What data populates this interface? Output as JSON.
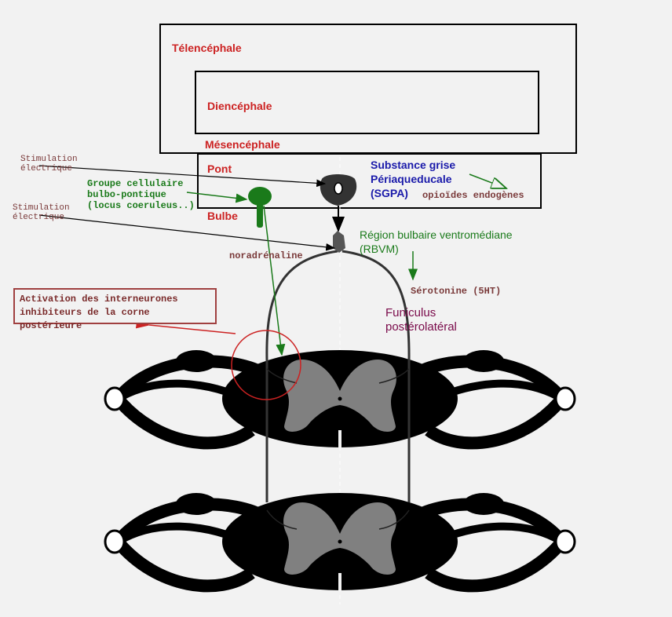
{
  "regions": {
    "telencephale": "Télencéphale",
    "diencephale": "Diencéphale",
    "mesencephale": "Mésencéphale",
    "pont": "Pont",
    "bulbe": "Bulbe"
  },
  "labels": {
    "sgpa_line1": "Substance grise",
    "sgpa_line2": "Périaqueducale",
    "sgpa_line3": "(SGPA)",
    "opioides": "opioïdes endogènes",
    "stim1_line1": "Stimulation",
    "stim1_line2": "électrique",
    "stim2_line1": "Stimulation",
    "stim2_line2": "électrique",
    "groupe_line1": "Groupe cellulaire",
    "groupe_line2": "bulbo-pontique",
    "groupe_line3": "(locus coeruleus..)",
    "rbvm_line1": "Région bulbaire ventromédiane",
    "rbvm_line2": "(RBVM)",
    "noradrenaline": "noradrénaline",
    "serotonine": "Sérotonine (5HT)",
    "funiculus_line1": "Funiculus",
    "funiculus_line2": "postérolatéral",
    "activation_line1": "Activation des interneurones",
    "activation_line2": "inhibiteurs de la corne postérieure"
  },
  "colors": {
    "region_red": "#cc2222",
    "sgpa_blue": "#1a1aaa",
    "green": "#1a7a1a",
    "brown": "#7a3a3a",
    "maroon": "#7a0a4a",
    "gray_matter": "#808080"
  }
}
